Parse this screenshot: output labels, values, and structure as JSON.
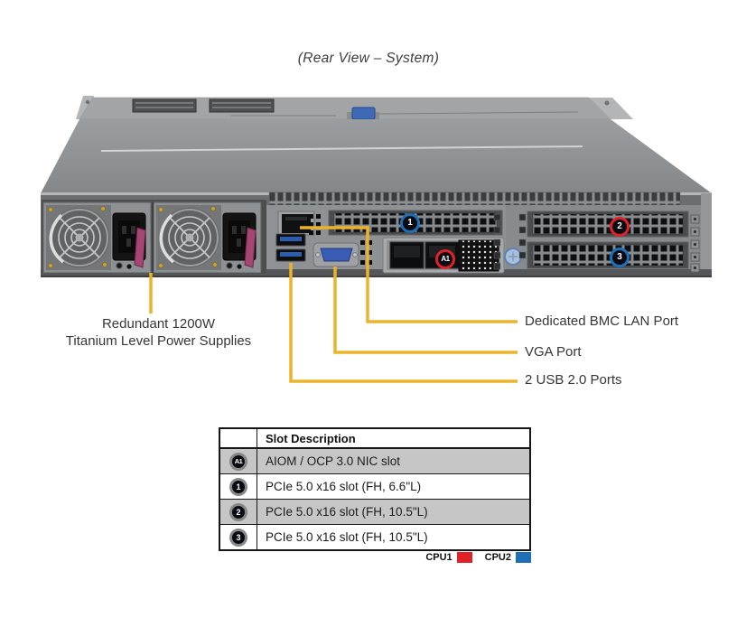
{
  "title": "(Rear View – System)",
  "colors": {
    "accent": "#eab32a",
    "cpu1": "#e02128",
    "cpu2": "#1d70b7",
    "row_gray": "#c5c6c5"
  },
  "figure": {
    "slot_badges": [
      {
        "label": "1",
        "cpu": "cpu2"
      },
      {
        "label": "2",
        "cpu": "cpu1"
      },
      {
        "label": "3",
        "cpu": "cpu2"
      },
      {
        "label": "A1",
        "cpu": "cpu1"
      }
    ],
    "callouts": {
      "psu_line1": "Redundant 1200W",
      "psu_line2": "Titanium Level Power Supplies",
      "bmc": "Dedicated BMC LAN Port",
      "vga": "VGA Port",
      "usb": "2 USB 2.0 Ports"
    }
  },
  "table": {
    "header": "Slot Description",
    "rows": [
      {
        "badge": "A1",
        "cpu": "cpu1",
        "description": "AIOM / OCP 3.0 NIC slot"
      },
      {
        "badge": "1",
        "cpu": "cpu2",
        "description": "PCIe 5.0 x16 slot (FH, 6.6\"L)"
      },
      {
        "badge": "2",
        "cpu": "cpu1",
        "description": "PCIe 5.0 x16 slot (FH, 10.5\"L)"
      },
      {
        "badge": "3",
        "cpu": "cpu2",
        "description": "PCIe 5.0 x16 slot (FH, 10.5\"L)"
      }
    ],
    "legend": [
      {
        "label": "CPU1",
        "cpu": "cpu1"
      },
      {
        "label": "CPU2",
        "cpu": "cpu2"
      }
    ]
  }
}
